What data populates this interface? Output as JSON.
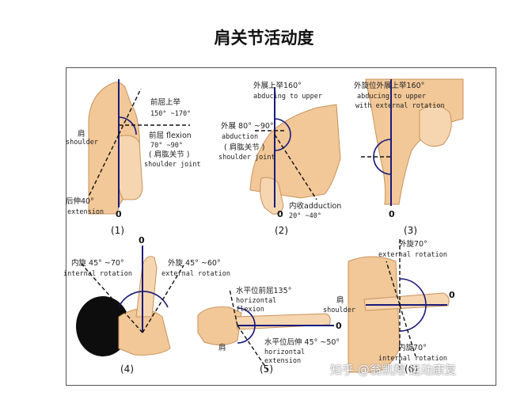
{
  "title": "肩关节活动度",
  "panels": {
    "p1": {
      "number": "(1)",
      "flexion_cn": "前屈上举",
      "flexion_range": "150° ~170°",
      "flexion_sub_cn": "前屈 flexion",
      "flexion_sub_range": "70° ~90°",
      "joint_cn": "( 肩肱关节 )",
      "joint_en": "shoulder joint",
      "shoulder_cn": "肩",
      "shoulder_en": "shoulder",
      "extension_cn": "后伸40°",
      "extension_en": "extension",
      "zero": "0"
    },
    "p2": {
      "number": "(2)",
      "abduct_up_cn": "外展上举160°",
      "abduct_up_en": "abducing to upper",
      "abduction_cn": "外展 80° ~90°",
      "abduction_en": "abduction",
      "joint_cn": "( 肩肱关节 )",
      "joint_en": "shoulder joint",
      "adduction_cn": "内收adduction",
      "adduction_range": "20° ~40°",
      "zero": "0"
    },
    "p3": {
      "number": "(3)",
      "label_cn": "外旋位外展上举160°",
      "label_en1": "abducing to upper",
      "label_en2": "with external rotation",
      "zero": "0"
    },
    "p4": {
      "number": "(4)",
      "internal_cn": "内旋 45° ~70°",
      "internal_en": "internal rotation",
      "external_cn": "外旋 45° ~60°",
      "external_en": "external rotation",
      "zero": "0"
    },
    "p5": {
      "number": "(5)",
      "hflex_cn": "水平位前屈135°",
      "hflex_en1": "horizontal",
      "hflex_en2": "flexion",
      "hext_cn": "水平位后伸 45° ~50°",
      "hext_en1": "horizontal",
      "hext_en2": "extension",
      "shoulder_cn": "肩",
      "zero": "0"
    },
    "p6": {
      "number": "(6)",
      "external_cn": "外旋70°",
      "external_en": "external rotation",
      "shoulder_cn": "肩",
      "shoulder_en": "shoulder",
      "internal_cn": "内旋70°",
      "internal_en": "internal rotation",
      "zero": "0"
    }
  },
  "watermark": "知乎 @翁凯翔 运动康复"
}
